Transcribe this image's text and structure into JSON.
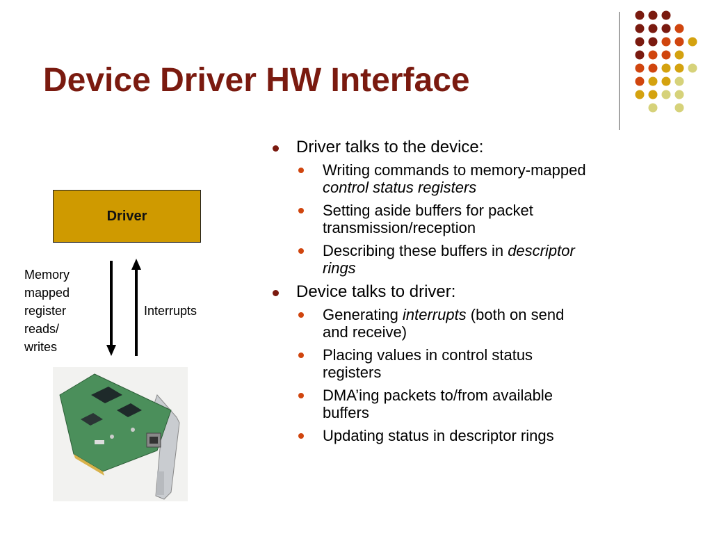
{
  "slide": {
    "title": "Device Driver HW Interface"
  },
  "colors": {
    "title": "#7a1a0f",
    "level1_bullet": "#7a1a0f",
    "level2_bullet": "#d0450e",
    "driver_box": "#cf9a00"
  },
  "diagram": {
    "driver_label": "Driver",
    "memory_label": [
      "Memory",
      "mapped",
      "register",
      "reads/",
      "writes"
    ],
    "interrupts_label": "Interrupts",
    "nic_icon": "network-card-image"
  },
  "bullets": [
    {
      "text": "Driver talks to the device:",
      "sub": [
        {
          "lines": [
            {
              "plain": "Writing commands to memory-mapped",
              "italic": ""
            },
            {
              "plain": "",
              "italic": "control status registers"
            }
          ]
        },
        {
          "lines": [
            {
              "plain": "Setting aside buffers for packet",
              "italic": ""
            },
            {
              "plain": "transmission/reception",
              "italic": ""
            }
          ]
        },
        {
          "lines": [
            {
              "plain": "Describing these buffers in ",
              "italic": "descriptor"
            },
            {
              "plain": "",
              "italic": "rings"
            }
          ]
        }
      ]
    },
    {
      "text": "Device talks to driver:",
      "sub": [
        {
          "lines": [
            {
              "plain": "Generating ",
              "italic": "interrupts",
              "after": " (both on send"
            },
            {
              "plain": "and receive)",
              "italic": ""
            }
          ]
        },
        {
          "lines": [
            {
              "plain": "Placing values in control status",
              "italic": ""
            },
            {
              "plain": "registers",
              "italic": ""
            }
          ]
        },
        {
          "lines": [
            {
              "plain": "DMA’ing packets to/from available",
              "italic": ""
            },
            {
              "plain": "buffers",
              "italic": ""
            }
          ]
        },
        {
          "lines": [
            {
              "plain": "Updating status in descriptor rings",
              "italic": ""
            }
          ]
        }
      ]
    }
  ]
}
